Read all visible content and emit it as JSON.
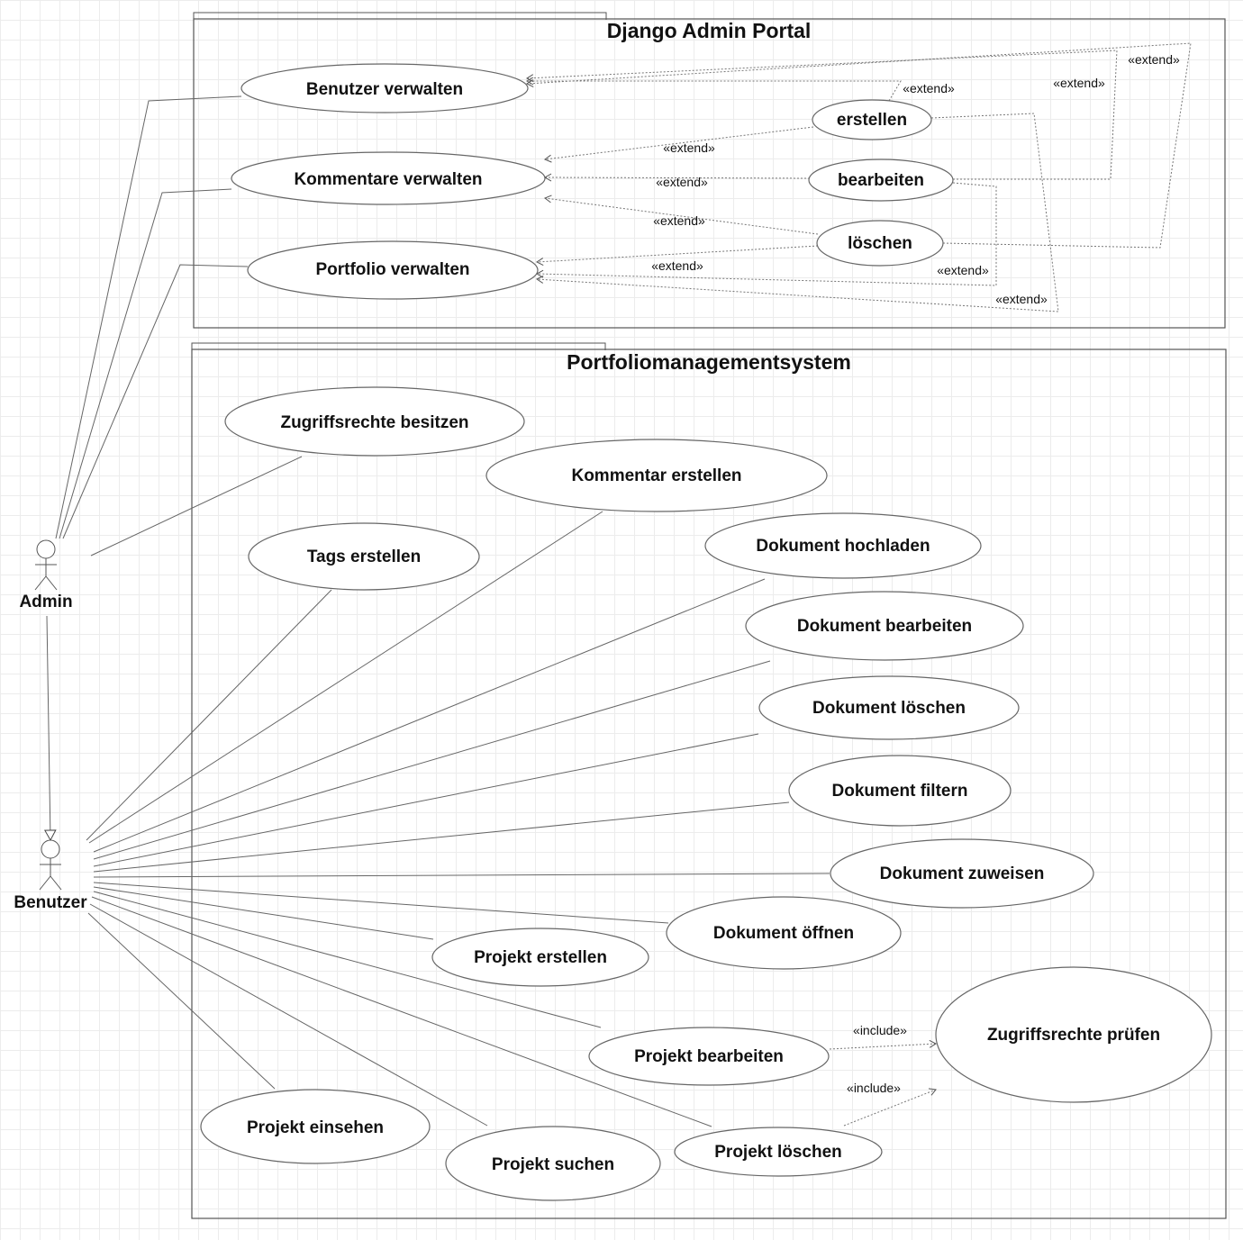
{
  "systems": [
    {
      "id": "django",
      "title": "Django Admin Portal"
    },
    {
      "id": "pms",
      "title": "Portfoliomanagementsystem"
    }
  ],
  "actors": [
    {
      "id": "admin",
      "label": "Admin"
    },
    {
      "id": "benutzer",
      "label": "Benutzer"
    }
  ],
  "use_cases": [
    {
      "id": "benutzer_verwalten",
      "label": "Benutzer verwalten",
      "system": "django"
    },
    {
      "id": "kommentare_verwalten",
      "label": "Kommentare verwalten",
      "system": "django"
    },
    {
      "id": "portfolio_verwalten",
      "label": "Portfolio verwalten",
      "system": "django"
    },
    {
      "id": "erstellen",
      "label": "erstellen",
      "system": "django"
    },
    {
      "id": "bearbeiten",
      "label": "bearbeiten",
      "system": "django"
    },
    {
      "id": "loeschen",
      "label": "löschen",
      "system": "django"
    },
    {
      "id": "zugriffsrechte_besitzen",
      "label": "Zugriffsrechte besitzen",
      "system": "pms"
    },
    {
      "id": "kommentar_erstellen",
      "label": "Kommentar erstellen",
      "system": "pms"
    },
    {
      "id": "tags_erstellen",
      "label": "Tags erstellen",
      "system": "pms"
    },
    {
      "id": "dokument_hochladen",
      "label": "Dokument hochladen",
      "system": "pms"
    },
    {
      "id": "dokument_bearbeiten",
      "label": "Dokument bearbeiten",
      "system": "pms"
    },
    {
      "id": "dokument_loeschen",
      "label": "Dokument löschen",
      "system": "pms"
    },
    {
      "id": "dokument_filtern",
      "label": "Dokument filtern",
      "system": "pms"
    },
    {
      "id": "dokument_zuweisen",
      "label": "Dokument zuweisen",
      "system": "pms"
    },
    {
      "id": "dokument_oeffnen",
      "label": "Dokument öffnen",
      "system": "pms"
    },
    {
      "id": "projekt_erstellen",
      "label": "Projekt erstellen",
      "system": "pms"
    },
    {
      "id": "projekt_bearbeiten",
      "label": "Projekt bearbeiten",
      "system": "pms"
    },
    {
      "id": "zugriffsrechte_pruefen",
      "label": "Zugriffsrechte prüfen",
      "system": "pms"
    },
    {
      "id": "projekt_einsehen",
      "label": "Projekt einsehen",
      "system": "pms"
    },
    {
      "id": "projekt_suchen",
      "label": "Projekt suchen",
      "system": "pms"
    },
    {
      "id": "projekt_loeschen",
      "label": "Projekt löschen",
      "system": "pms"
    }
  ],
  "generalization": {
    "from": "admin",
    "to": "benutzer"
  },
  "associations": [
    {
      "actor": "admin",
      "use_case": "benutzer_verwalten"
    },
    {
      "actor": "admin",
      "use_case": "kommentare_verwalten"
    },
    {
      "actor": "admin",
      "use_case": "portfolio_verwalten"
    },
    {
      "actor": "admin",
      "use_case": "zugriffsrechte_besitzen"
    },
    {
      "actor": "benutzer",
      "use_case": "tags_erstellen"
    },
    {
      "actor": "benutzer",
      "use_case": "kommentar_erstellen"
    },
    {
      "actor": "benutzer",
      "use_case": "dokument_hochladen"
    },
    {
      "actor": "benutzer",
      "use_case": "dokument_bearbeiten"
    },
    {
      "actor": "benutzer",
      "use_case": "dokument_loeschen"
    },
    {
      "actor": "benutzer",
      "use_case": "dokument_filtern"
    },
    {
      "actor": "benutzer",
      "use_case": "dokument_zuweisen"
    },
    {
      "actor": "benutzer",
      "use_case": "dokument_oeffnen"
    },
    {
      "actor": "benutzer",
      "use_case": "projekt_erstellen"
    },
    {
      "actor": "benutzer",
      "use_case": "projekt_bearbeiten"
    },
    {
      "actor": "benutzer",
      "use_case": "projekt_loeschen"
    },
    {
      "actor": "benutzer",
      "use_case": "projekt_suchen"
    },
    {
      "actor": "benutzer",
      "use_case": "projekt_einsehen"
    }
  ],
  "dependencies": [
    {
      "from": "erstellen",
      "to": "benutzer_verwalten",
      "label": "«extend»"
    },
    {
      "from": "bearbeiten",
      "to": "benutzer_verwalten",
      "label": "«extend»"
    },
    {
      "from": "loeschen",
      "to": "benutzer_verwalten",
      "label": "«extend»"
    },
    {
      "from": "erstellen",
      "to": "kommentare_verwalten",
      "label": "«extend»"
    },
    {
      "from": "bearbeiten",
      "to": "kommentare_verwalten",
      "label": "«extend»"
    },
    {
      "from": "loeschen",
      "to": "kommentare_verwalten",
      "label": "«extend»"
    },
    {
      "from": "loeschen",
      "to": "portfolio_verwalten",
      "label": "«extend»"
    },
    {
      "from": "bearbeiten",
      "to": "portfolio_verwalten",
      "label": "«extend»"
    },
    {
      "from": "erstellen",
      "to": "portfolio_verwalten",
      "label": "«extend»"
    },
    {
      "from": "projekt_bearbeiten",
      "to": "zugriffsrechte_pruefen",
      "label": "«include»"
    },
    {
      "from": "projekt_loeschen",
      "to": "zugriffsrechte_pruefen",
      "label": "«include»"
    }
  ]
}
